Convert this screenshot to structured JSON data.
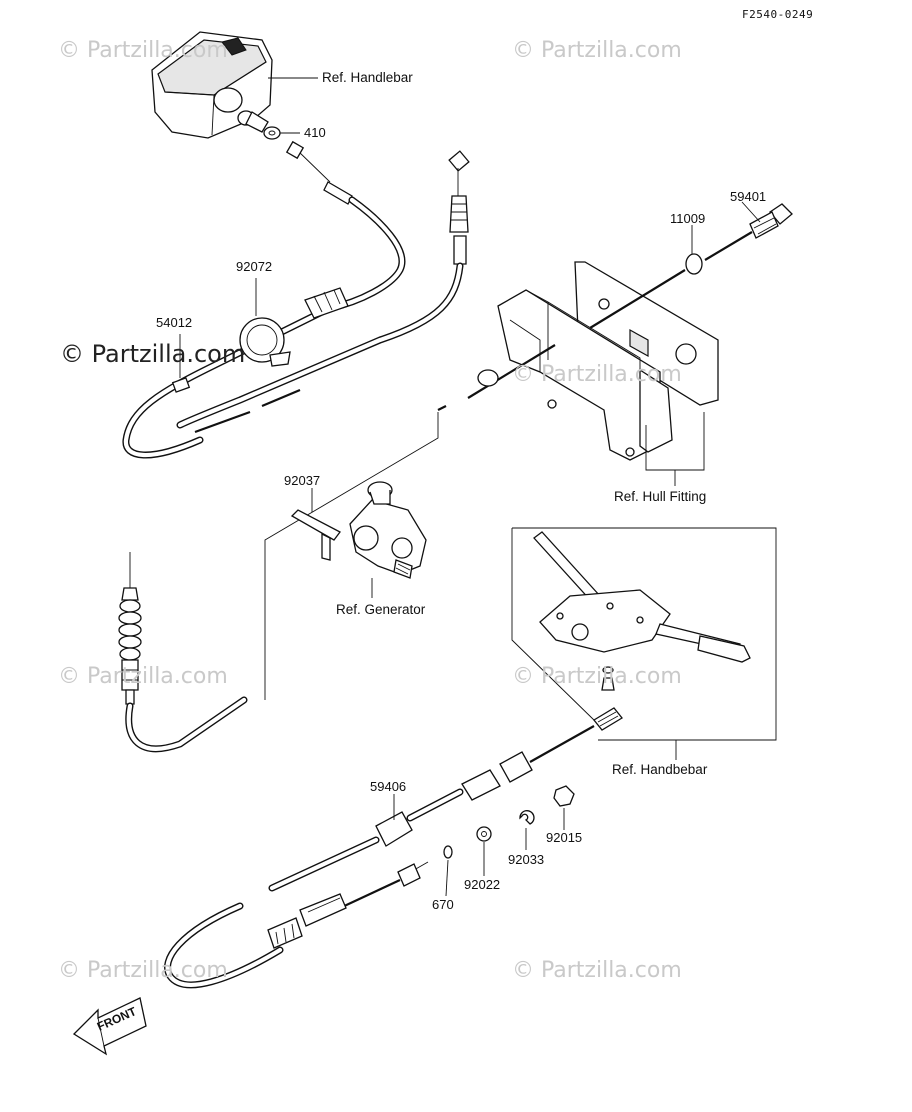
{
  "diagram_code": "F2540-0249",
  "watermarks": [
    "© Partzilla.com",
    "© Partzilla.com",
    "© Partzilla.com",
    "© Partzilla.com",
    "© Partzilla.com",
    "© Partzilla.com",
    "© Partzilla.com"
  ],
  "watermark_strong": "© Partzilla.com",
  "refs": {
    "handlebar": "Ref. Handlebar",
    "hull_fitting": "Ref. Hull Fitting",
    "generator": "Ref. Generator",
    "handbebar": "Ref. Handbebar"
  },
  "parts": {
    "p410": "410",
    "p59401": "59401",
    "p11009": "11009",
    "p92072": "92072",
    "p54012": "54012",
    "p92037": "92037",
    "p59406": "59406",
    "p92015": "92015",
    "p92033": "92033",
    "p92022": "92022",
    "p670": "670"
  },
  "front_label": "FRONT"
}
